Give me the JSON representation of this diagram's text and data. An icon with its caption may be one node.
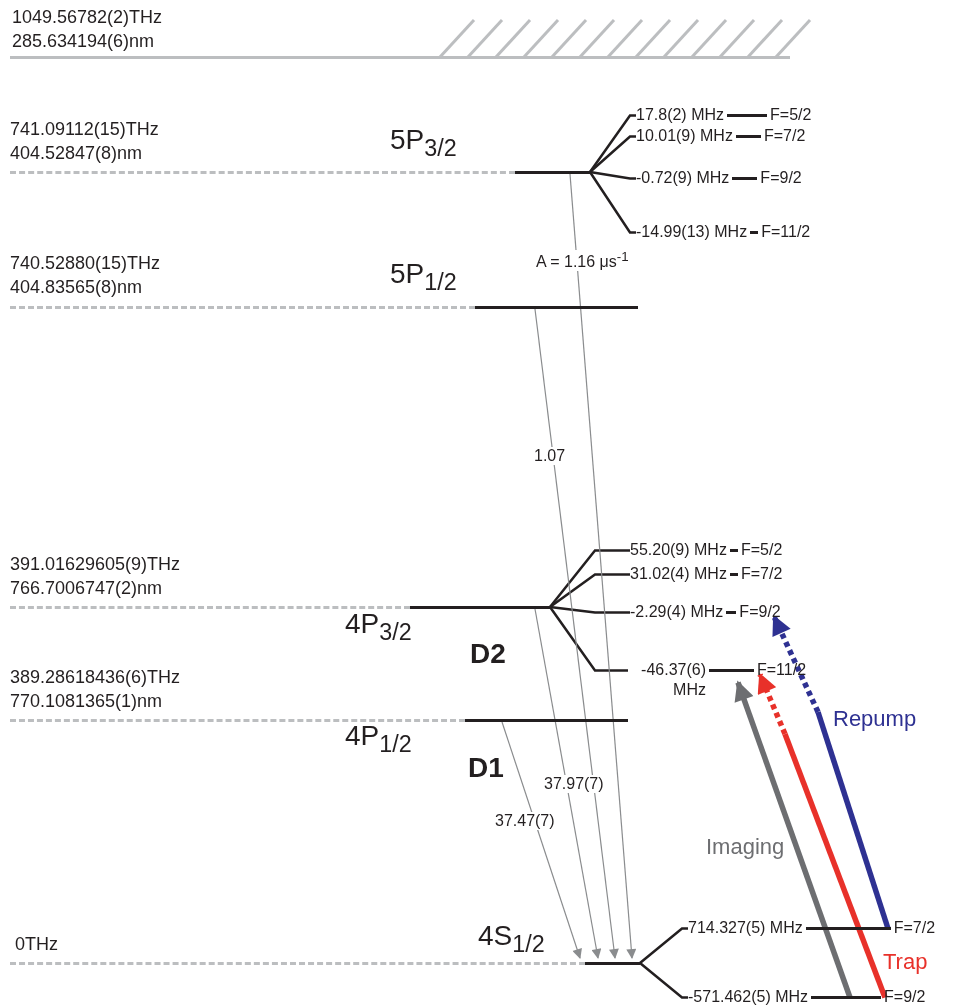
{
  "diagram": {
    "nodes": [
      {
        "text": [
          "1049.56782(2)THz",
          "285.634194(6)nm"
        ]
      },
      {
        "text": [
          "741.09112(15)THz",
          "404.52847(8)nm",
          "5P$_{3/2}$"
        ]
      },
      {
        "text": [
          "740.52880(15)THz",
          "404.83565(8)nm",
          "5P$_{1/2}$"
        ]
      },
      {
        "text": [
          "391.01629605(9)THz",
          "766.7006747(2)nm",
          "4P$_{3/2}$"
        ]
      },
      {
        "text": [
          "389.28618436(6)THz",
          "770.1081365(1)nm",
          "4P$_{1/2}$"
        ]
      },
      {
        "text": [
          "0THz",
          "4S$_{1/2}$"
        ]
      },
      {
        "text": [
          "17.8(2) MHz",
          "F=5/2"
        ]
      },
      {
        "text": [
          "10.01(9) MHz",
          "F=7/2"
        ]
      },
      {
        "text": [
          "-0.72(9) MHz",
          "F=9/2"
        ]
      },
      {
        "text": [
          "-14.99(13) MHz",
          "F=11/2"
        ]
      },
      {
        "text": [
          "55.20(9) MHz",
          "F=5/2"
        ]
      },
      {
        "text": [
          "31.02(4) MHz",
          "F=7/2"
        ]
      },
      {
        "text": [
          "-2.29(4) MHz",
          "F=9/2"
        ]
      },
      {
        "text": [
          "-46.37(6) MHz",
          "F=11/2"
        ]
      },
      {
        "text": [
          "714.327(5) MHz",
          "F=7/2"
        ]
      },
      {
        "text": [
          "-571.462(5) MHz",
          "F=9/2"
        ]
      }
    ],
    "edges": [
      {
        "from": 1,
        "to": 6,
        "arrow": "none"
      },
      {
        "from": 1,
        "to": 7,
        "arrow": "none"
      },
      {
        "from": 1,
        "to": 8,
        "arrow": "none"
      },
      {
        "from": 1,
        "to": 9,
        "arrow": "none"
      },
      {
        "from": 3,
        "to": 10,
        "arrow": "none"
      },
      {
        "from": 3,
        "to": 11,
        "arrow": "none"
      },
      {
        "from": 3,
        "to": 12,
        "arrow": "none"
      },
      {
        "from": 3,
        "to": 13,
        "arrow": "none"
      },
      {
        "from": 5,
        "to": 14,
        "arrow": "none"
      },
      {
        "from": 5,
        "to": 15,
        "arrow": "none"
      },
      {
        "from": 1,
        "to": 5,
        "arrow": "to",
        "label": "A = 1.16 μs$^{-1}$",
        "color": "#8a8c8e"
      },
      {
        "from": 2,
        "to": 5,
        "arrow": "to",
        "label": "1.07",
        "color": "#8a8c8e"
      },
      {
        "from": 3,
        "to": 5,
        "arrow": "to",
        "label": "37.97(7)",
        "color": "#8a8c8e"
      },
      {
        "from": 4,
        "to": 5,
        "arrow": "to",
        "label": "37.47(7)",
        "color": "#8a8c8e"
      },
      {
        "from": 15,
        "to": 13,
        "arrow": "to",
        "label": "Imaging",
        "style": "thick",
        "color": "#6d6e71"
      },
      {
        "from": 15,
        "to": 13,
        "arrow": "to",
        "label": "Trap",
        "style": "thick",
        "color": "#e8312a"
      },
      {
        "from": 14,
        "to": 12,
        "arrow": "to",
        "label": "Repump",
        "style": "thick",
        "color": "#2e3192"
      }
    ],
    "labels": [
      "D2",
      "D1"
    ]
  }
}
